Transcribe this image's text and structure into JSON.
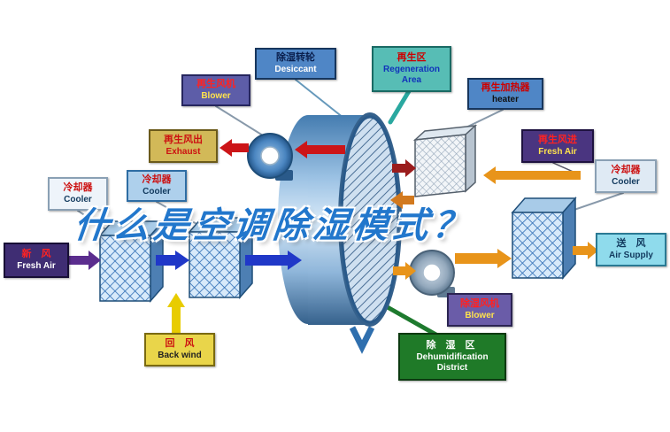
{
  "title": "什么是空调除湿模式？",
  "labels": {
    "desiccant": {
      "zh": "除湿转轮",
      "en": "Desiccant"
    },
    "regeneration_area": {
      "zh": "再生区",
      "en": "Regeneration Area"
    },
    "regen_blower": {
      "zh": "再生风机",
      "en": "Blower"
    },
    "regen_heater": {
      "zh": "再生加热器",
      "en": "heater"
    },
    "exhaust": {
      "zh": "再生风出",
      "en": "Exhaust"
    },
    "regen_fresh_air": {
      "zh": "再生风进",
      "en": "Fresh Air"
    },
    "cooler_left_outer": {
      "zh": "冷却器",
      "en": "Cooler"
    },
    "cooler_left_inner": {
      "zh": "冷却器",
      "en": "Cooler"
    },
    "cooler_right": {
      "zh": "冷却器",
      "en": "Cooler"
    },
    "fresh_air_in": {
      "zh": "新　风",
      "en": "Fresh Air"
    },
    "back_wind": {
      "zh": "回　风",
      "en": "Back wind"
    },
    "air_supply": {
      "zh": "送　风",
      "en": "Air Supply"
    },
    "dehumid_blower": {
      "zh": "除湿风机",
      "en": "Blower"
    },
    "dehumid_district": {
      "zh": "除 湿 区",
      "en": "Dehumidification District"
    }
  },
  "palette": {
    "title_blue": "#2277cc",
    "arrow_red": "#cc1518",
    "arrow_dark_red": "#9b1c1c",
    "arrow_orange": "#e8941a",
    "arrow_blue": "#2038c8",
    "arrow_purple": "#5b2d8e",
    "arrow_yellow": "#e8cc00",
    "district_green": "#1f7a28",
    "regeneration_teal": "#57bdb5",
    "wheel_blue": "#4f86c6"
  }
}
